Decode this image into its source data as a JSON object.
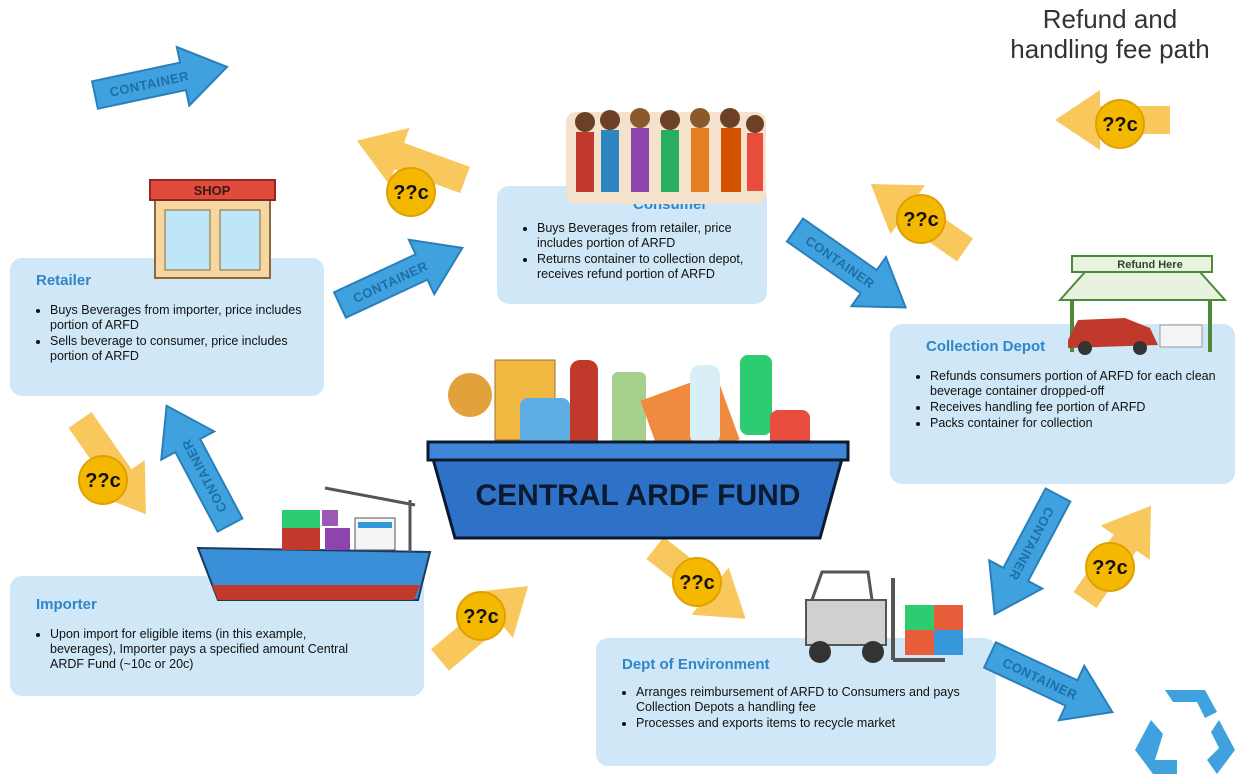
{
  "title": {
    "line1": "Refund and",
    "line2": "handling fee path"
  },
  "central_fund_label": "CENTRAL ARDF FUND",
  "arrow_label": "CONTAINER",
  "fee_label": "??c",
  "shop_sign": "SHOP",
  "refund_sign": "Refund Here",
  "retailer": {
    "title": "Retailer",
    "bullets": [
      "Buys Beverages from importer, price includes portion of ARFD",
      "Sells beverage to consumer, price includes portion of ARFD"
    ]
  },
  "consumer": {
    "title": "Consumer",
    "bullets": [
      "Buys Beverages from retailer, price includes portion of ARFD",
      "Returns container to collection depot, receives refund portion of ARFD"
    ]
  },
  "collection_depot": {
    "title": "Collection Depot",
    "bullets": [
      "Refunds consumers portion of ARFD for each clean beverage container dropped-off",
      "Receives handling fee portion of ARFD",
      "Packs container for collection"
    ]
  },
  "importer": {
    "title": "Importer",
    "bullets": [
      "Upon import for eligible items (in this example, beverages), Importer pays a specified amount Central ARDF Fund (~10c or 20c)"
    ]
  },
  "dept_environment": {
    "title": "Dept of Environment",
    "bullets": [
      "Arranges reimbursement of ARFD to Consumers and pays Collection Depots a handling fee",
      "Processes and exports items to recycle market"
    ]
  },
  "colors": {
    "box_bg": "#cfe7f7",
    "box_title": "#2f86c8",
    "container_arrow": "#3fa2de",
    "fee_arrow": "#f7c24a",
    "coin": "#f5b800",
    "fund_bin": "#2e72c8"
  }
}
